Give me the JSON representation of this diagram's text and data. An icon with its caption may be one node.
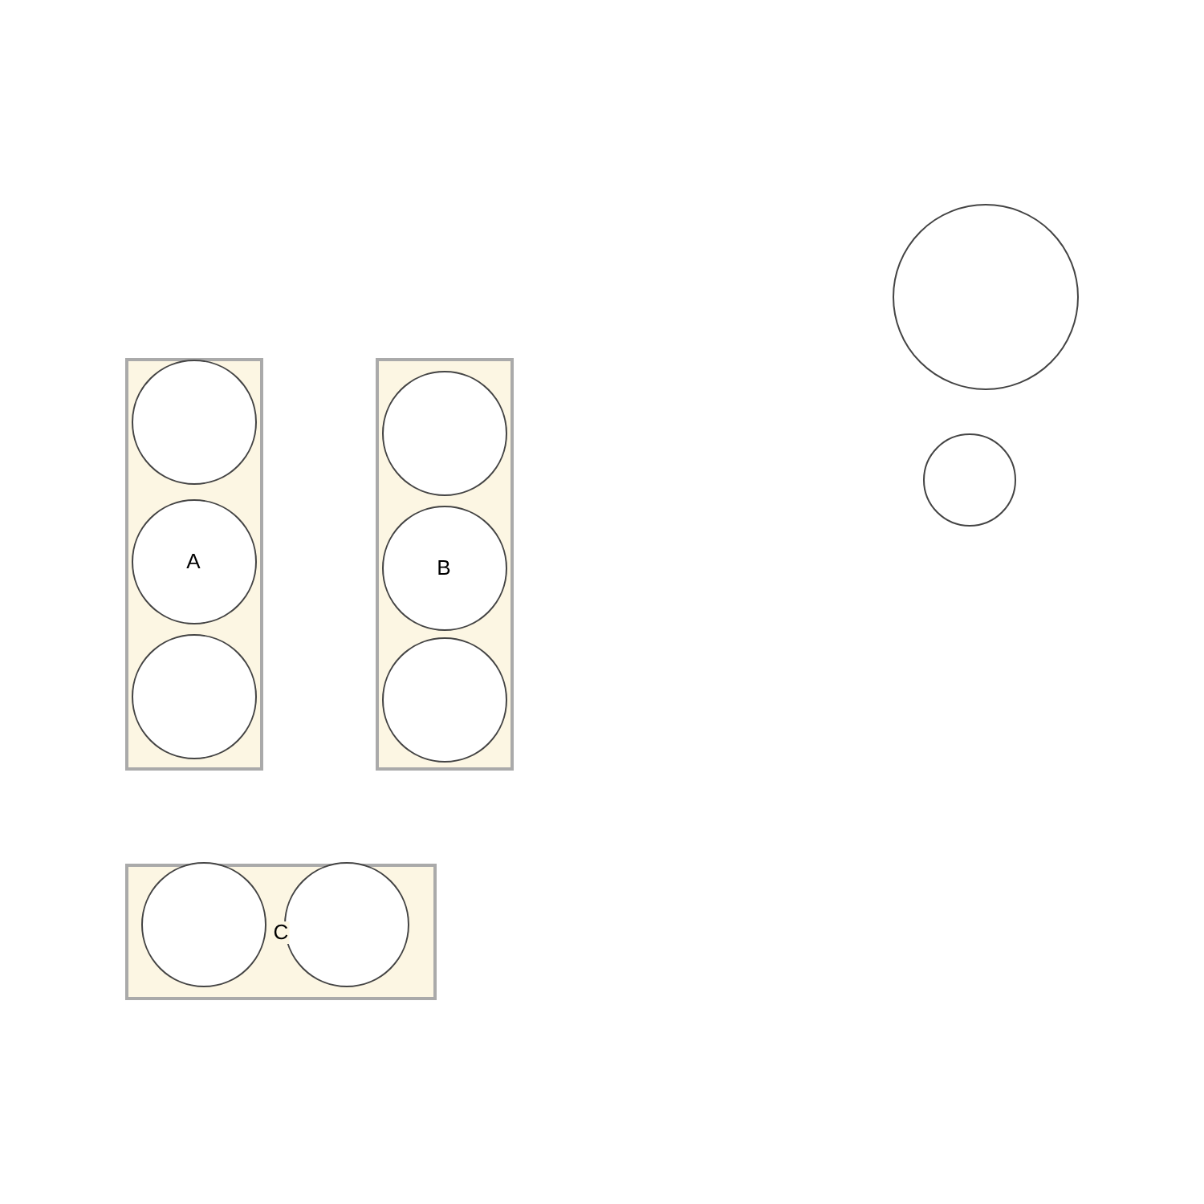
{
  "diagram": {
    "nodes": [
      {
        "text": [],
        "shape": "box"
      },
      {
        "text": [],
        "shape": "circle",
        "in": 0
      },
      {
        "text": [
          "A"
        ],
        "in": 0
      },
      {
        "text": [],
        "shape": "circle",
        "in": 0
      },
      {
        "text": [],
        "shape": "box"
      },
      {
        "text": [],
        "shape": "circle",
        "in": 4
      },
      {
        "text": [
          "B"
        ],
        "in": 4
      },
      {
        "text": [],
        "shape": "circle",
        "in": 4
      },
      {
        "text": [
          "C"
        ]
      },
      {
        "text": [],
        "shape": "circle",
        "in": 8
      },
      {
        "text": [],
        "shape": "circle",
        "in": 8
      },
      {
        "text": [],
        "shape": "circle"
      },
      {
        "text": [],
        "shape": "circle"
      }
    ]
  }
}
